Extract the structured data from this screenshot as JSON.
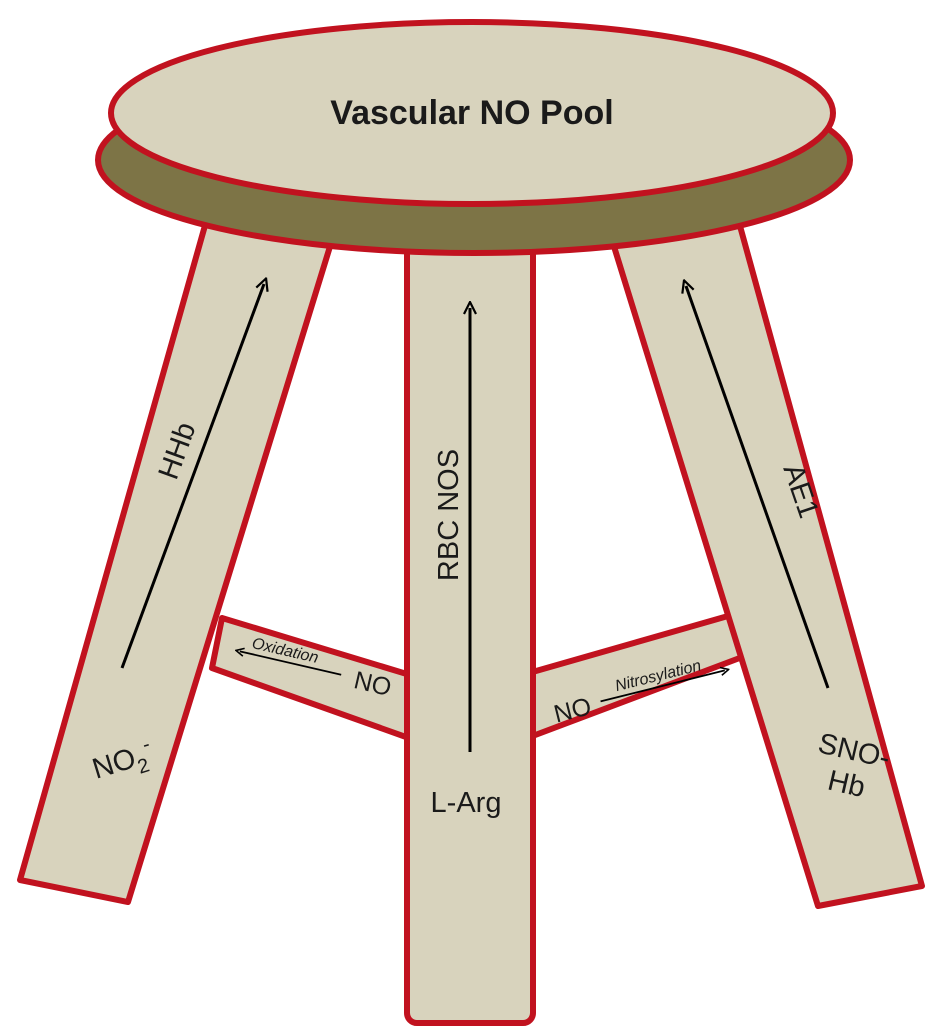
{
  "colors": {
    "fill": "#d8d3bd",
    "seat_side": "#7d7446",
    "outline": "#c1121f",
    "arrow": "#000000",
    "background": "#ffffff"
  },
  "seat": {
    "label": "Vascular NO Pool"
  },
  "legs": {
    "left": {
      "bottom_main": "NO",
      "bottom_sub": "2",
      "bottom_sup": "-",
      "pathway": "HHb"
    },
    "center": {
      "bottom": "L-Arg",
      "pathway": "RBC NOS"
    },
    "right": {
      "bottom_line1": "SNO-",
      "bottom_line2": "Hb",
      "pathway": "AE1"
    }
  },
  "braces": {
    "left": {
      "no": "NO",
      "process": "Oxidation"
    },
    "right": {
      "no": "NO",
      "process": "Nitrosylation"
    }
  }
}
